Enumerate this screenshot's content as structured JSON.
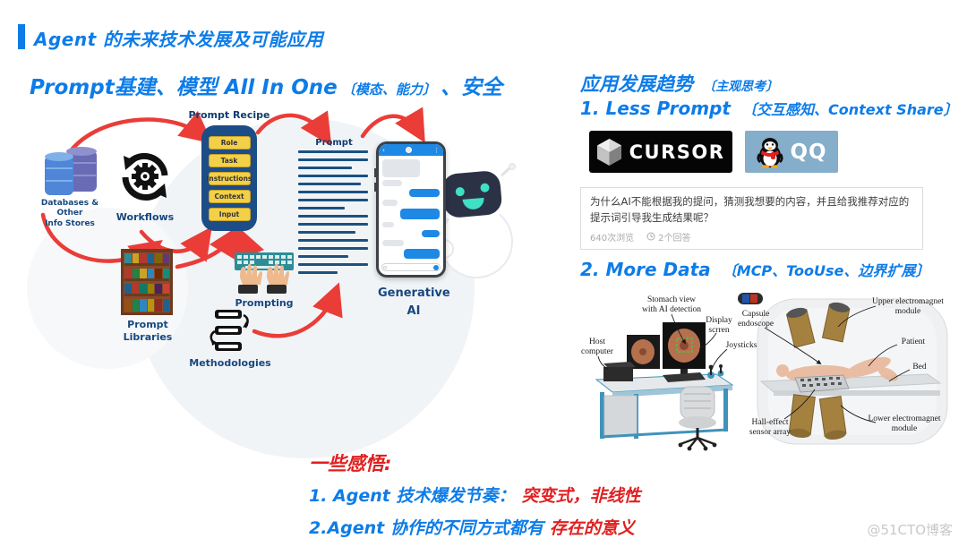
{
  "header": {
    "title": "Agent 的未来技术发展及可能应用"
  },
  "left": {
    "heading_main": "Prompt基建、模型 All In One",
    "heading_sub": "〔模态、能力〕",
    "heading_tail": "、安全",
    "diagram": {
      "databases_label": [
        "Databases & Other",
        "Info Stores"
      ],
      "workflows_label": "Workflows",
      "recipe_title": "Prompt Recipe",
      "recipe_items": [
        "Role",
        "Task",
        "Instructions",
        "Context",
        "Input"
      ],
      "libraries_label": "Prompt Libraries",
      "prompting_label": "Prompting",
      "methodologies_label": "Methodologies",
      "prompt_label": "Prompt",
      "generative_label": [
        "Generative",
        "AI"
      ]
    }
  },
  "right": {
    "heading_main": "应用发展趋势",
    "heading_sub": "〔主观思考〕",
    "trend1": {
      "heading_main": "1. Less Prompt",
      "heading_sub": "〔交互感知、Context Share〕",
      "cursor_text": "CURSOR",
      "qq_text": "QQ",
      "question": "为什么AI不能根据我的提问，猜测我想要的内容，并且给我推荐对应的提示词引导我生成结果呢？",
      "views": "640次浏览",
      "answers": "2个回答"
    },
    "trend2": {
      "heading_main": "2. More Data",
      "heading_sub": "〔MCP、TooUse、边界扩展〕",
      "figure_labels": {
        "stomach": [
          "Stomach view",
          "with AI detection"
        ],
        "display": [
          "Display",
          "scrren"
        ],
        "host": [
          "Host",
          "computer"
        ],
        "joysticks": "Joysticks",
        "capsule": [
          "Capsule",
          "endoscope"
        ],
        "hall": [
          "Hall-effect",
          "sensor array"
        ],
        "upper": [
          "Upper electromagnet",
          "module"
        ],
        "patient": "Patient",
        "bed": "Bed",
        "lower": [
          "Lower electromagnet",
          "module"
        ]
      }
    }
  },
  "bottom": {
    "heading": "一些感悟:",
    "line1_blue": "1. Agent 技术爆发节奏：",
    "line1_red": "突变式，非线性",
    "line2_blue": "2.Agent 协作的不同方式都有",
    "line2_red": "存在的意义"
  },
  "watermark": "@51CTO博客",
  "colors": {
    "accent_blue": "#0d7ce8",
    "arrow_red": "#ea3d38",
    "deep_navy": "#1d4d87",
    "recipe_yellow": "#f3d049",
    "highlight_red": "#e01f1f",
    "qq_bg": "#84aeca",
    "cursor_bg": "#050505",
    "robot_teal": "#3fe0c5"
  }
}
